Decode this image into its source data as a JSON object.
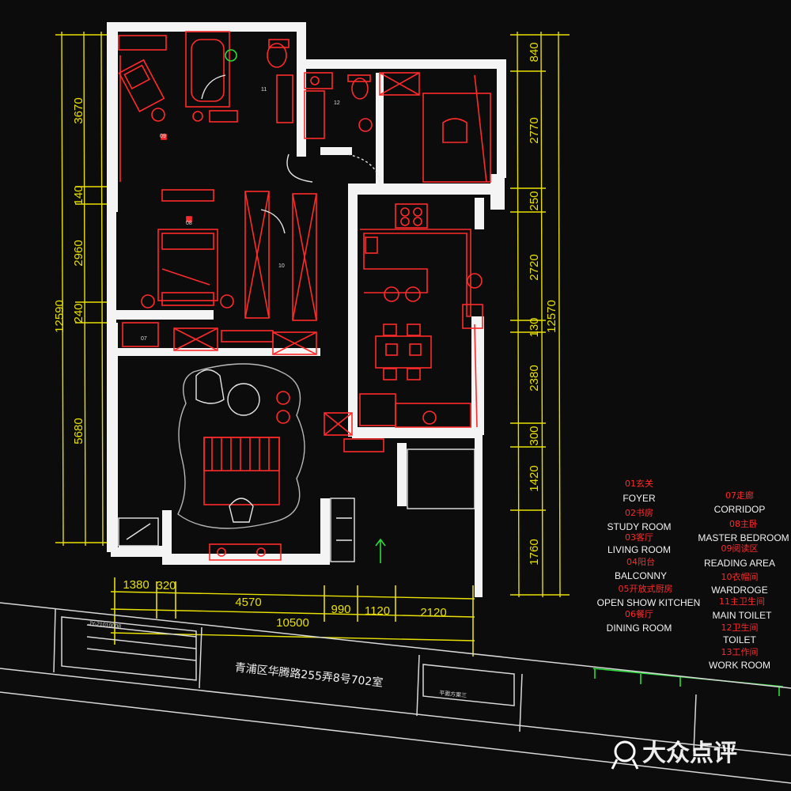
{
  "dimensions": {
    "left_outer": "12590",
    "left_inner": [
      "3670",
      "140",
      "2960",
      "240",
      "5680"
    ],
    "right_outer": "12570",
    "right_inner": [
      "840",
      "2770",
      "250",
      "2720",
      "130",
      "2380",
      "300",
      "1420",
      "1760"
    ],
    "bottom_inner": [
      "1380",
      "320",
      "4570",
      "990",
      "1120",
      "2120"
    ],
    "bottom_outer": "10500"
  },
  "legend": {
    "left": [
      {
        "cn": "01玄关",
        "en": "FOYER"
      },
      {
        "cn": "02书房",
        "en": "STUDY ROOM"
      },
      {
        "cn": "03客厅",
        "en": "LIVING ROOM"
      },
      {
        "cn": "04阳台",
        "en": "BALCONNY"
      },
      {
        "cn": "05开放式厨房",
        "en": "OPEN SHOW KITCHEN"
      },
      {
        "cn": "06餐厅",
        "en": "DINING ROOM"
      }
    ],
    "right": [
      {
        "cn": "07走廊",
        "en": "CORRIDOP"
      },
      {
        "cn": "08主卧",
        "en": "MASTER BEDROOM"
      },
      {
        "cn": "09阅读区",
        "en": "READING AREA"
      },
      {
        "cn": "10衣帽间",
        "en": "WARDROGE"
      },
      {
        "cn": "11主卫生间",
        "en": "MAIN TOILET"
      },
      {
        "cn": "12卫生间",
        "en": "TOILET"
      },
      {
        "cn": "13工作间",
        "en": "WORK ROOM"
      }
    ]
  },
  "room_numbers": [
    "10",
    "11",
    "12",
    "09",
    "08",
    "07"
  ],
  "title_block": {
    "drawing_no": "JY-21010008",
    "address": "青浦区华腾路255弄8号702室",
    "sheet_name": "平面方案三"
  },
  "watermark": "大众点评",
  "colors": {
    "background": "#0c0c0c",
    "wall": "#ffffff",
    "furniture": "#ff2a2a",
    "dimension": "#e8e000",
    "accent_green": "#2bdc3a"
  }
}
